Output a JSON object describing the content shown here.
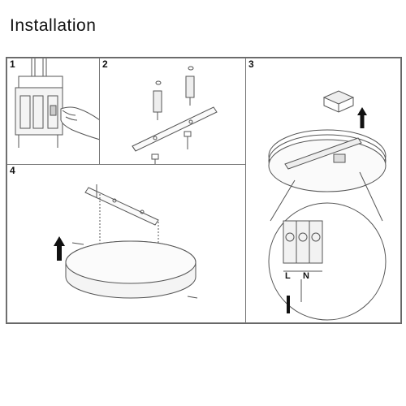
{
  "title": "Installation",
  "steps": [
    {
      "number": "1"
    },
    {
      "number": "2"
    },
    {
      "number": "3",
      "terminals": [
        "L",
        "N"
      ]
    },
    {
      "number": "4"
    }
  ],
  "colors": {
    "line": "#555555",
    "panel_border": "#777777",
    "arrow": "#111111"
  }
}
